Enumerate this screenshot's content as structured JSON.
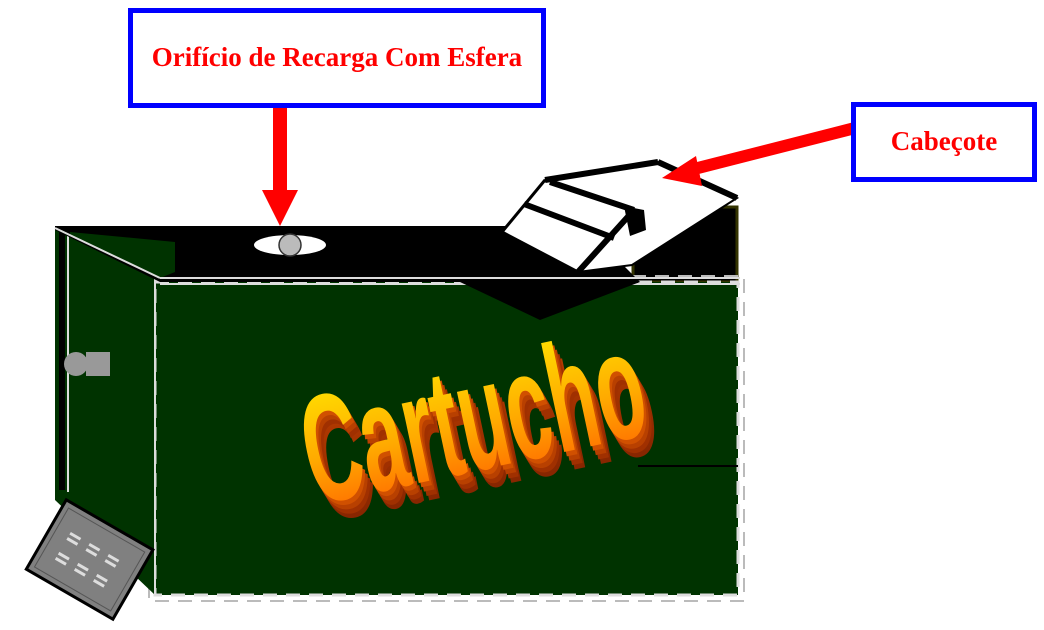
{
  "labels": {
    "refill_hole": "Orifício de Recarga Com Esfera",
    "printhead": "Cabeçote",
    "cartridge": "Cartucho"
  },
  "colors": {
    "label_border": "#0000ff",
    "label_text": "#ff0000",
    "arrow": "#ff0000",
    "cartridge_body": "#003300",
    "cartridge_top": "#000000",
    "cartucho_text_top": "#ffcc00",
    "cartucho_text_bottom": "#ff6600",
    "contacts": "#808080"
  },
  "icons": {
    "refill_hole": "eye-hole-icon",
    "printhead": "print-head-icon",
    "contacts": "contact-plate-icon"
  }
}
